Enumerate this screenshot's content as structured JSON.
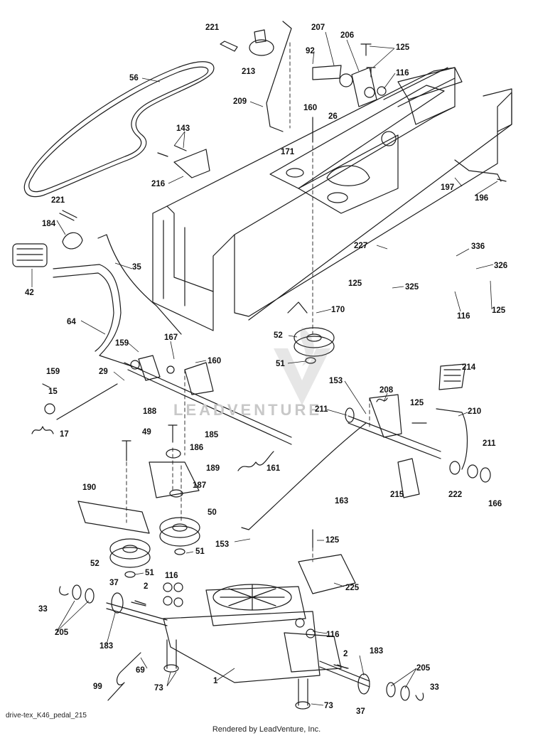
{
  "labels": [
    "221",
    "213",
    "207",
    "206",
    "125",
    "92",
    "116",
    "56",
    "209",
    "160",
    "26",
    "143",
    "171",
    "216",
    "197",
    "196",
    "221",
    "184",
    "35",
    "42",
    "227",
    "336",
    "326",
    "125",
    "325",
    "125",
    "116",
    "170",
    "64",
    "52",
    "159",
    "167",
    "160",
    "51",
    "159",
    "29",
    "15",
    "188",
    "153",
    "208",
    "214",
    "125",
    "211",
    "210",
    "17",
    "49",
    "185",
    "186",
    "189",
    "161",
    "211",
    "163",
    "215",
    "222",
    "166",
    "190",
    "187",
    "50",
    "51",
    "153",
    "125",
    "52",
    "51",
    "225",
    "116",
    "37",
    "2",
    "33",
    "205",
    "183",
    "116",
    "2",
    "183",
    "205",
    "69",
    "99",
    "73",
    "1",
    "73",
    "37",
    "33"
  ],
  "footer": {
    "left": "drive-tex_K46_pedal_215",
    "center": "Rendered by LeadVenture, Inc."
  },
  "watermark": {
    "text": "LEADVENTURE",
    "logo": "flame-v-logo-icon"
  }
}
